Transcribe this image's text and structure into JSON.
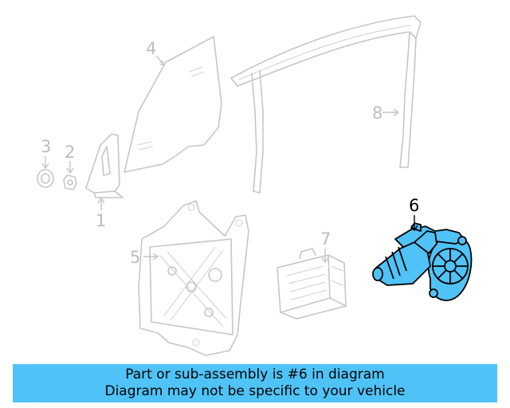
{
  "diagram": {
    "callouts": [
      {
        "id": "1",
        "label": "1"
      },
      {
        "id": "2",
        "label": "2"
      },
      {
        "id": "3",
        "label": "3"
      },
      {
        "id": "4",
        "label": "4"
      },
      {
        "id": "5",
        "label": "5"
      },
      {
        "id": "6",
        "label": "6",
        "highlighted": true
      },
      {
        "id": "7",
        "label": "7"
      },
      {
        "id": "8",
        "label": "8"
      }
    ],
    "highlight_color": "#4fc3f7",
    "ghost_color": "#c6c6c6"
  },
  "banner": {
    "line1": "Part or sub-assembly is #6 in diagram",
    "line2": "Diagram may not be specific to your vehicle",
    "background": "#4fc3f7"
  }
}
